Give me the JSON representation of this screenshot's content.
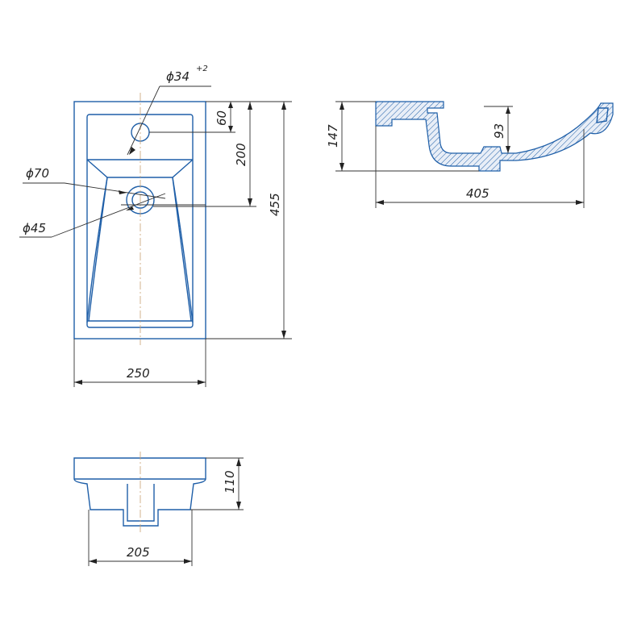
{
  "dimensions": {
    "tap_hole_diameter": "ϕ34",
    "tap_hole_tolerance": "+2",
    "drain_outer_diameter": "ϕ70",
    "drain_inner_diameter": "ϕ45",
    "tap_hole_offset": "60",
    "drain_offset": "200",
    "overall_length": "455",
    "overall_width": "250",
    "overall_height": "147",
    "bowl_depth": "93",
    "side_length": "405",
    "front_height": "110",
    "front_bottom_width": "205"
  },
  "colors": {
    "outline": "#1f5fa8",
    "dimension": "#333333",
    "centerline": "#c9a070",
    "background": "#ffffff"
  }
}
